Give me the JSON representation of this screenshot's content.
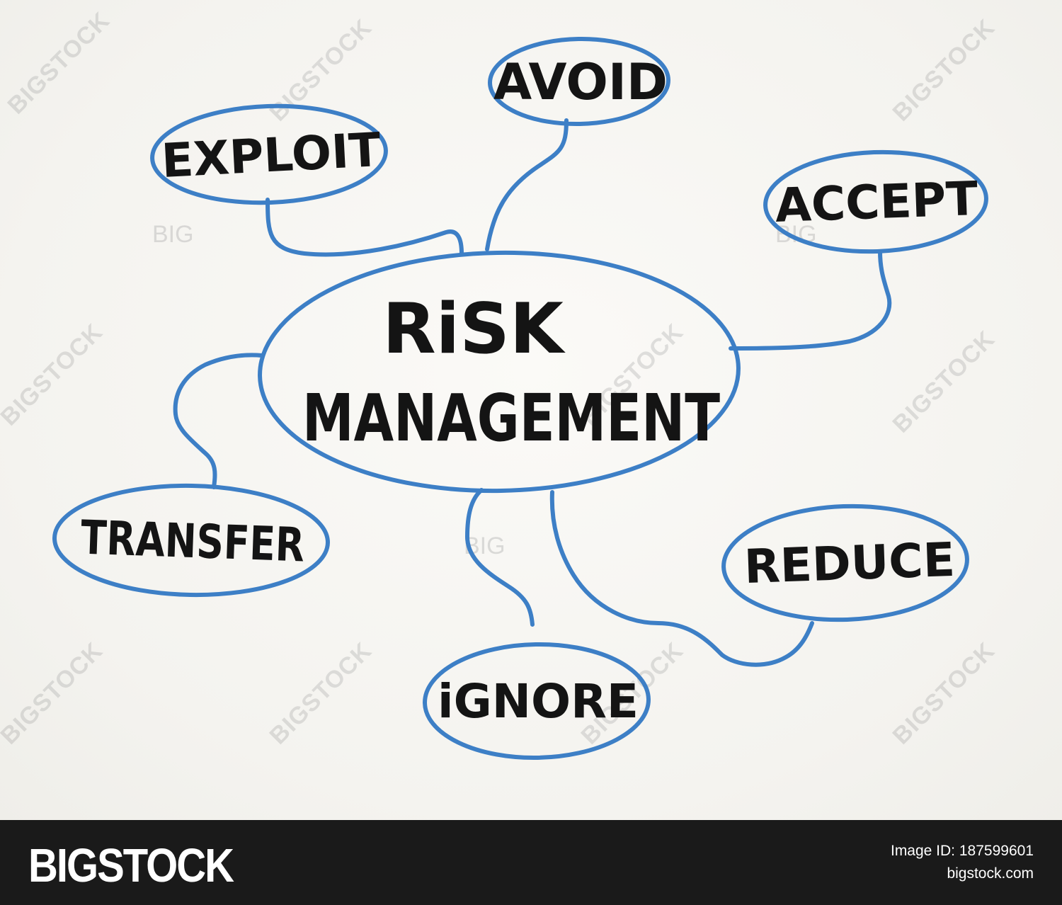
{
  "diagram": {
    "center": {
      "line1": "RiSK",
      "line2": "MANAGEMENT"
    },
    "nodes": {
      "exploit": "EXPLOIT",
      "avoid": "AVOID",
      "accept": "ACCEPT",
      "transfer": "TRANSFER",
      "ignore": "iGNORE",
      "reduce": "REDUCE"
    }
  },
  "watermark": {
    "text": "BIGSTOCK",
    "short": "BIG"
  },
  "footer": {
    "logo": "BIGSTOCK",
    "image_id_label": "Image ID:",
    "image_id": "187599601",
    "url": "bigstock.com"
  },
  "colors": {
    "marker_blue": "#3d7fc6",
    "ink": "#141414",
    "footer_bg": "#1a1a1a"
  }
}
